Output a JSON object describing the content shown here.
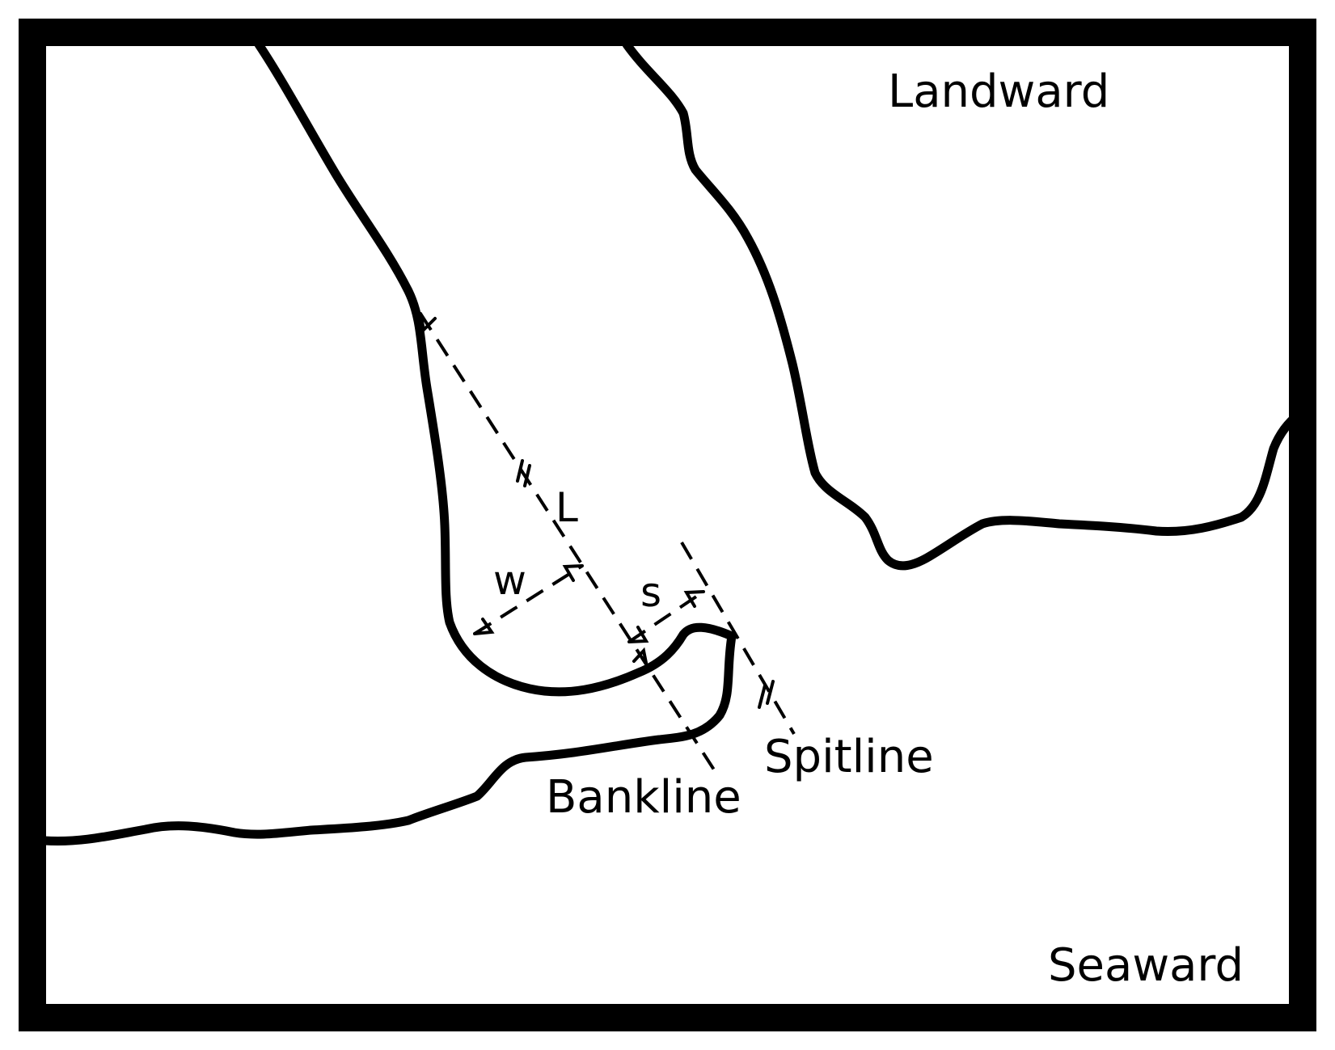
{
  "colors": {
    "background": "#ffffff",
    "ink": "#000000"
  },
  "labels": {
    "landward": "Landward",
    "seaward": "Seaward",
    "bankline": "Bankline",
    "spitline": "Spitline",
    "length": "L",
    "width": "w",
    "spacing": "s"
  },
  "icons": {
    "tick_mark": "double-slash-tick-icon",
    "arrowhead": "arrowhead-icon"
  }
}
